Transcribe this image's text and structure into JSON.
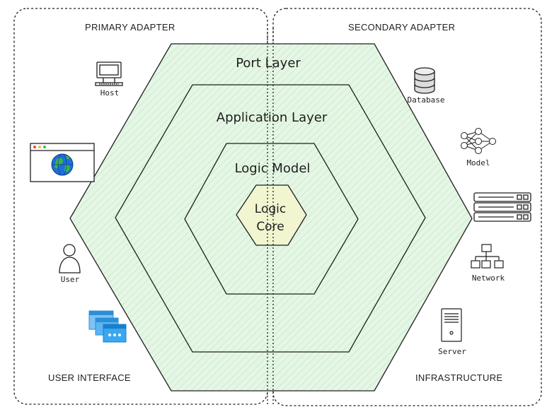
{
  "regions": {
    "primary_adapter": "PRIMARY ADAPTER",
    "secondary_adapter": "SECONDARY ADAPTER",
    "user_interface": "USER INTERFACE",
    "infrastructure": "INFRASTRUCTURE"
  },
  "layers": {
    "port": "Port Layer",
    "application": "Application Layer",
    "logic_model": "Logic Model",
    "core_line1": "Logic",
    "core_line2": "Core"
  },
  "icons": {
    "host": {
      "label": "Host",
      "icon": "monitor-icon"
    },
    "browser": {
      "icon": "browser-globe-icon"
    },
    "user": {
      "label": "User",
      "icon": "user-icon"
    },
    "ui_windows": {
      "icon": "windows-stack-icon"
    },
    "database": {
      "label": "Database",
      "icon": "database-icon"
    },
    "model": {
      "label": "Model",
      "icon": "neural-network-icon"
    },
    "server_rack": {
      "icon": "server-rack-icon"
    },
    "network": {
      "label": "Network",
      "icon": "network-icon"
    },
    "server": {
      "label": "Server",
      "icon": "server-tower-icon"
    }
  },
  "colors": {
    "hex_fill": "#e3f5e3",
    "core_fill": "#f1f5d0",
    "stroke": "#1e1e1e",
    "globe_blue": "#1e6fd9",
    "globe_green": "#3bb54a",
    "window_blue": "#3aa8f0"
  }
}
